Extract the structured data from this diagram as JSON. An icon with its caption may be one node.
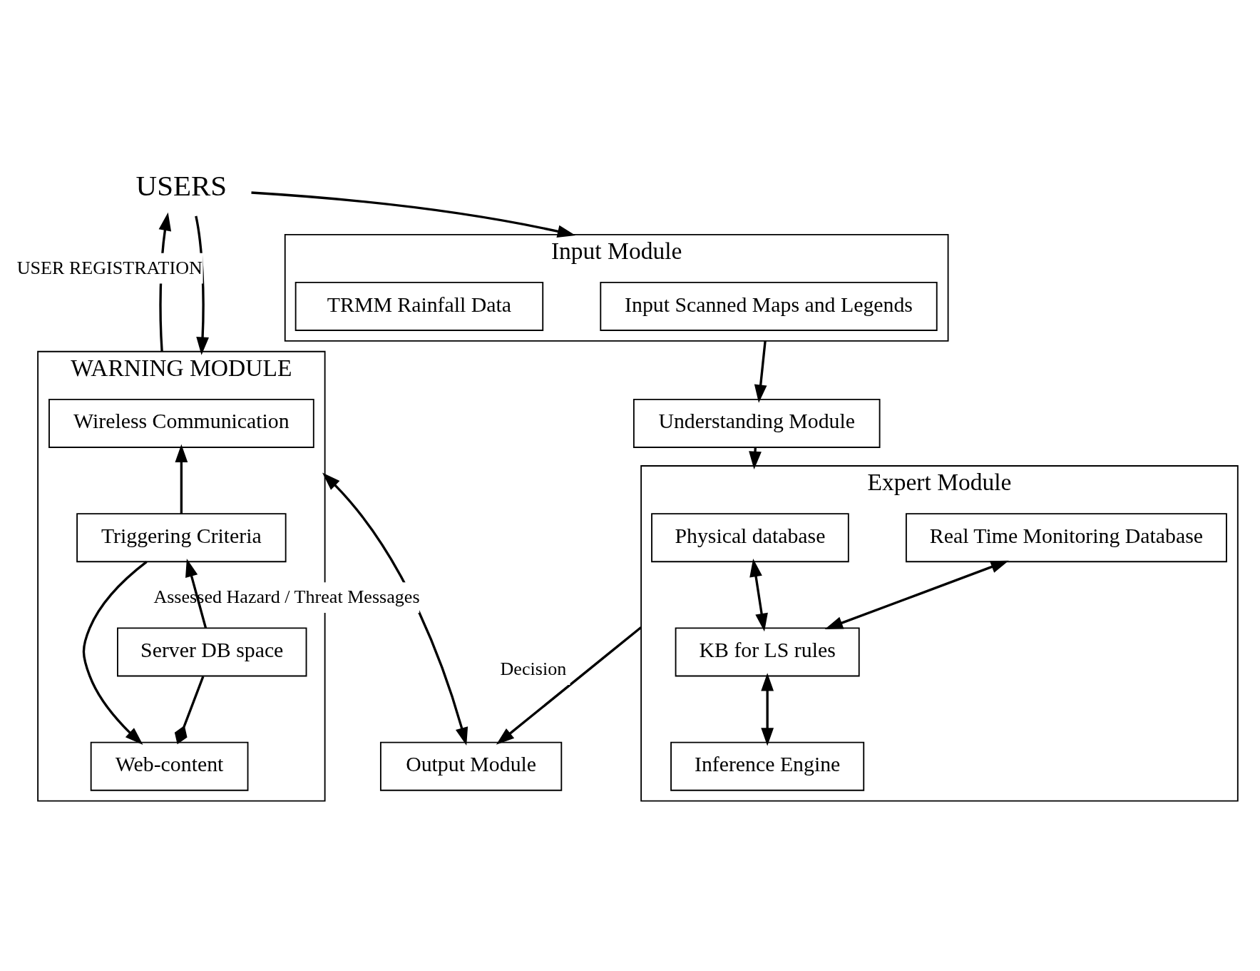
{
  "diagram": {
    "nodes": [
      {
        "text": [
          "USERS"
        ]
      },
      {
        "text": [
          "Input Module"
        ]
      },
      {
        "text": [
          "Input Scanned Maps and Legends"
        ],
        "in": 1
      },
      {
        "text": [
          "TRMM Rainfall Data"
        ],
        "in": 1
      },
      {
        "text": [
          "WARNING MODULE"
        ]
      },
      {
        "text": [
          "Wireless Communication"
        ],
        "in": 4
      },
      {
        "text": [
          "Triggering Criteria"
        ],
        "in": 4
      },
      {
        "text": [
          "Web-content"
        ],
        "in": 4
      },
      {
        "text": [
          "Server DB space"
        ],
        "in": 4
      },
      {
        "text": [
          "Understanding Module"
        ]
      },
      {
        "text": [
          "Expert Module"
        ]
      },
      {
        "text": [
          "Physical database"
        ],
        "in": 10
      },
      {
        "text": [
          "Real Time Monitoring Database"
        ],
        "in": 10
      },
      {
        "text": [
          "KB for LS rules"
        ],
        "in": 10
      },
      {
        "text": [
          "Inference Engine"
        ],
        "in": 10
      },
      {
        "text": [
          "Output Module"
        ]
      }
    ],
    "edges": [
      {
        "from": 0,
        "to": 1,
        "arrow": "to"
      },
      {
        "from": 4,
        "to": 0,
        "arrow": "to"
      },
      {
        "from": 0,
        "to": 4,
        "arrow": "to",
        "label": "USER REGISTRATION"
      },
      {
        "from": 6,
        "to": 5,
        "arrow": "to"
      },
      {
        "from": 6,
        "to": 7,
        "arrow": "to"
      },
      {
        "from": 8,
        "to": 6,
        "arrow": "to"
      },
      {
        "from": 8,
        "to": 7,
        "arrow": "other"
      },
      {
        "from": 1,
        "to": 9,
        "arrow": "to"
      },
      {
        "from": 9,
        "to": 10,
        "arrow": "to"
      },
      {
        "from": 4,
        "to": 15,
        "arrow": "both",
        "label": "Assessed Hazard / Threat Messages"
      },
      {
        "from": 10,
        "to": 15,
        "arrow": "to",
        "label": "Decision"
      },
      {
        "from": 11,
        "to": 13,
        "arrow": "both"
      },
      {
        "from": 12,
        "to": 13,
        "arrow": "both"
      },
      {
        "from": 13,
        "to": 14,
        "arrow": "both"
      }
    ]
  }
}
